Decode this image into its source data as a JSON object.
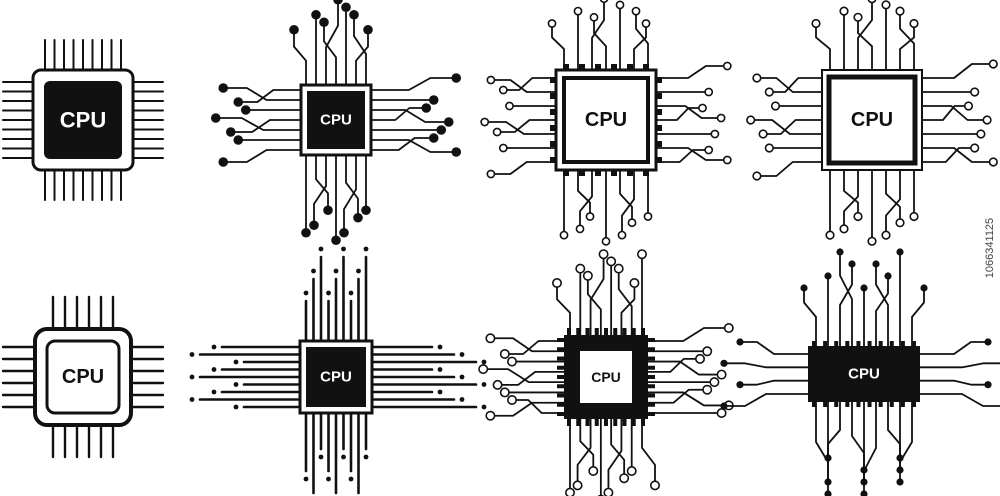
{
  "colors": {
    "ink": "#111111",
    "background": "#ffffff"
  },
  "icons": [
    {
      "name": "cpu-icon-pins-dark",
      "label": "CPU",
      "style": "dark"
    },
    {
      "name": "cpu-icon-circuit-dots-dark",
      "label": "CPU",
      "style": "dark"
    },
    {
      "name": "cpu-icon-circuit-rings-outline",
      "label": "CPU",
      "style": "outline"
    },
    {
      "name": "cpu-icon-circuit-rings-outline-large",
      "label": "CPU",
      "style": "outline"
    },
    {
      "name": "cpu-icon-pins-outline",
      "label": "CPU",
      "style": "outline"
    },
    {
      "name": "cpu-icon-bus-lines-dark",
      "label": "CPU",
      "style": "dark"
    },
    {
      "name": "cpu-icon-circuit-rings-dark-inner",
      "label": "CPU",
      "style": "inverse"
    },
    {
      "name": "cpu-icon-circuit-dots-wide-dark",
      "label": "CPU",
      "style": "dark"
    }
  ],
  "stock_id": "1066341125"
}
